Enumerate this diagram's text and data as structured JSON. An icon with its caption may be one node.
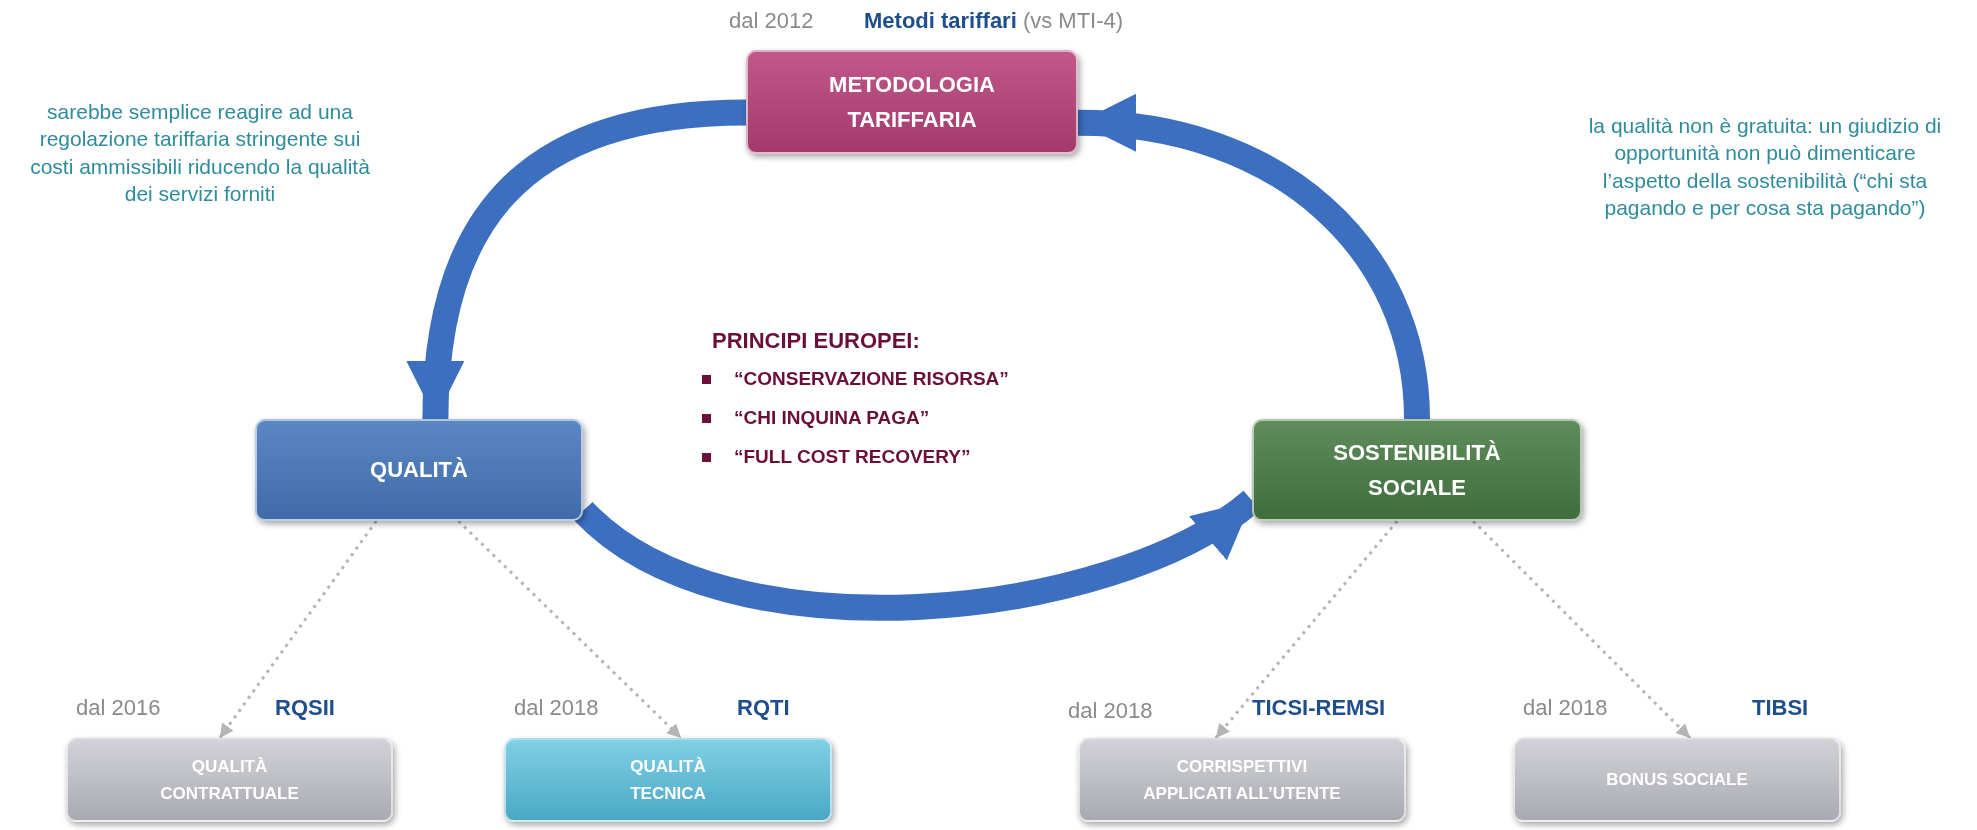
{
  "diagram": {
    "nodes": [
      {
        "text": [
          "METODOLOGIA TARIFFARIA"
        ],
        "beside": [
          "dal 2012",
          "**Metodi tariffari** (vs MTI-4)"
        ]
      },
      {
        "text": [
          "QUALITÀ"
        ]
      },
      {
        "text": [
          "SOSTENIBILITÀ SOCIALE"
        ]
      },
      {
        "text": [
          "QUALITÀ CONTRATTUALE"
        ],
        "beside": [
          "dal 2016",
          "RQSII"
        ]
      },
      {
        "text": [
          "QUALITÀ TECNICA"
        ],
        "beside": [
          "dal 2018",
          "RQTI"
        ]
      },
      {
        "text": [
          "CORRISPETTIVI APPLICATI ALL’UTENTE"
        ],
        "beside": [
          "dal 2018",
          "TICSI-REMSI"
        ]
      },
      {
        "text": [
          "BONUS SOCIALE"
        ],
        "beside": [
          "dal 2018",
          "TIBSI"
        ]
      }
    ],
    "edges": [
      {
        "from": 0,
        "to": 1,
        "arrow": "to",
        "style": "thick",
        "color": "#3d6fc0"
      },
      {
        "from": 1,
        "to": 2,
        "arrow": "to",
        "style": "thick",
        "color": "#3d6fc0"
      },
      {
        "from": 2,
        "to": 0,
        "arrow": "to",
        "style": "thick",
        "color": "#3d6fc0"
      },
      {
        "from": 1,
        "to": 3,
        "arrow": "to",
        "style": "dashed"
      },
      {
        "from": 1,
        "to": 4,
        "arrow": "to",
        "style": "dashed"
      },
      {
        "from": 2,
        "to": 5,
        "arrow": "to",
        "style": "dashed"
      },
      {
        "from": 2,
        "to": 6,
        "arrow": "to",
        "style": "dashed"
      }
    ],
    "labels": [
      "sarebbe semplice reagire ad una regolazione tariffaria stringente sui costi ammissibili riducendo la qualità dei servizi forniti",
      "la qualità non è gratuita: un giudizio di opportunità non può dimenticare l’aspetto della sostenibilità (“chi sta pagando e per cosa sta pagando”)",
      "PRINCIPI EUROPEI:",
      "“CONSERVAZIONE RISORSA”",
      "“CHI INQUINA PAGA”",
      "“FULL COST RECOVERY”"
    ]
  }
}
